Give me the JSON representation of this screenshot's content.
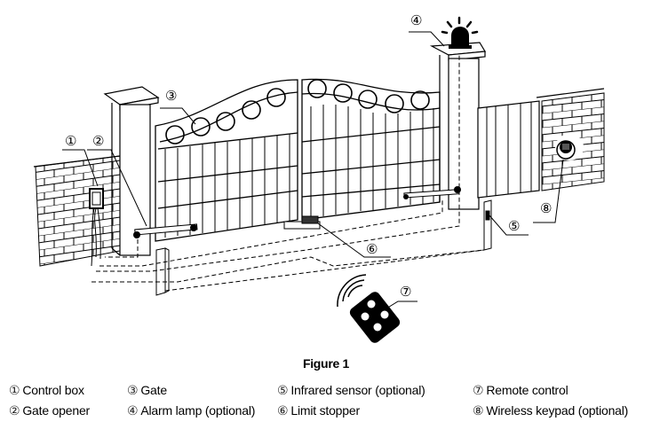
{
  "figure": {
    "title": "Figure 1",
    "callouts": {
      "c1": "①",
      "c2": "②",
      "c3": "③",
      "c4": "④",
      "c5": "⑤",
      "c6": "⑥",
      "c7": "⑦",
      "c8": "⑧"
    }
  },
  "legend": [
    {
      "num": "①",
      "label": "Control box"
    },
    {
      "num": "②",
      "label": "Gate opener"
    },
    {
      "num": "③",
      "label": "Gate"
    },
    {
      "num": "④",
      "label": "Alarm lamp (optional)"
    },
    {
      "num": "⑤",
      "label": "Infrared sensor (optional)"
    },
    {
      "num": "⑥",
      "label": "Limit stopper"
    },
    {
      "num": "⑦",
      "label": "Remote control"
    },
    {
      "num": "⑧",
      "label": "Wireless keypad (optional)"
    }
  ]
}
